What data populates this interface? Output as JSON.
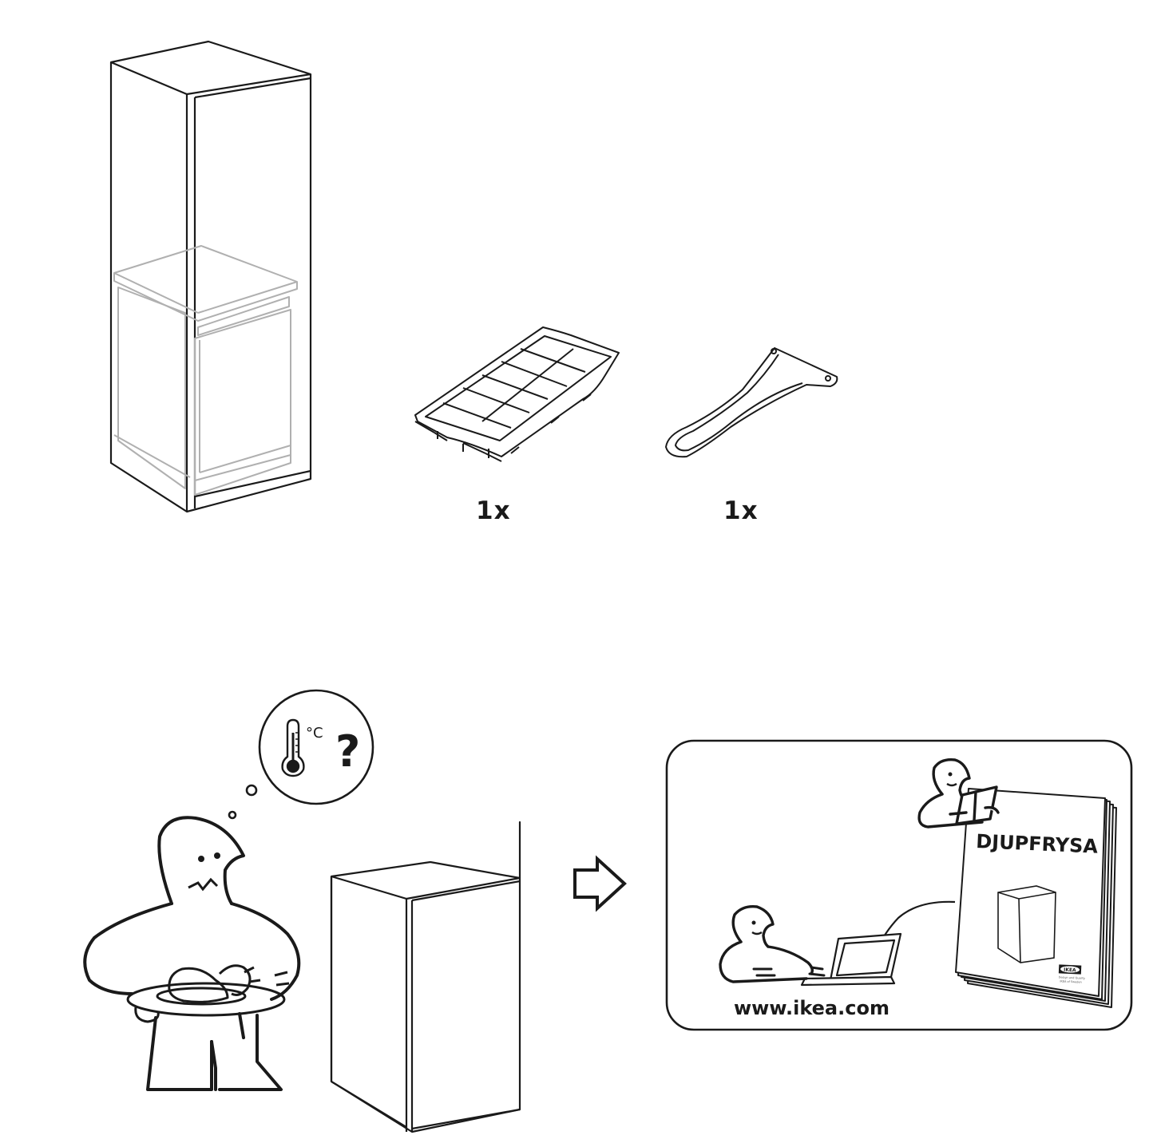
{
  "accessories": [
    {
      "name": "ice-cube-tray",
      "quantity": "1x"
    },
    {
      "name": "ice-scraper",
      "quantity": "1x"
    }
  ],
  "thought_bubble": {
    "unit": "°C",
    "symbol": "?"
  },
  "manual": {
    "title": "DJUPFRYSA",
    "logo": "IKEA",
    "tagline": "Design and Quality",
    "tagline2": "IKEA of Sweden"
  },
  "website": {
    "url": "www.ikea.com"
  },
  "colors": {
    "line": "#1a1a1a",
    "faded_line": "#b5b5b5",
    "background": "#ffffff"
  }
}
